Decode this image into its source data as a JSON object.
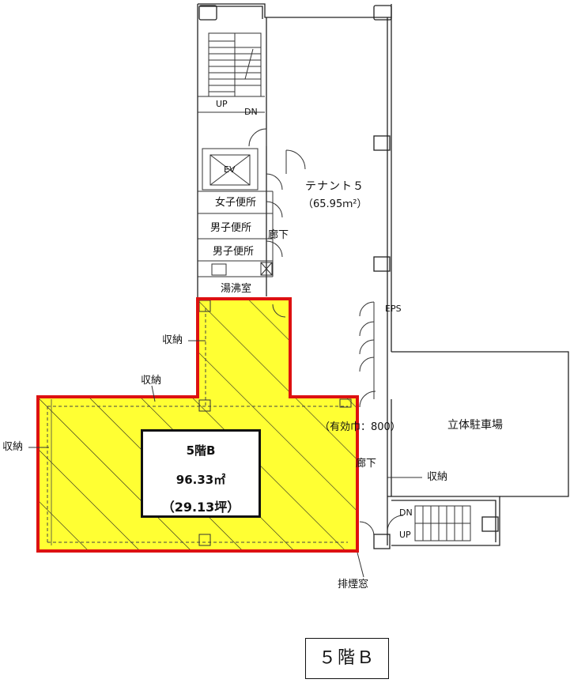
{
  "unit": {
    "name": "5階B",
    "area": "96.33㎡",
    "tsubo": "（29.13坪）",
    "highlight_color": "#ffff33",
    "outline_color": "#dd1111"
  },
  "tenant": {
    "name": "テナント５",
    "area": "（65.95ｍ²）"
  },
  "rooms": {
    "ev": "EV",
    "womens_wc": "女子便所",
    "mens_wc_1": "男子便所",
    "mens_wc_2": "男子便所",
    "kitchenette": "湯沸室",
    "corridor_upper": "廊下",
    "corridor_lower": "廊下",
    "parking": "立体駐車場",
    "eps": "EPS"
  },
  "labels": {
    "stair_up_top": "UP",
    "stair_dn_top": "DN",
    "stair_dn_bottom": "DN",
    "stair_up_bottom": "UP",
    "storage_1": "収納",
    "storage_2": "収納",
    "storage_3": "収納",
    "storage_4": "収納",
    "effective_width": "（有効巾：800）",
    "smoke_window": "排煙窓"
  },
  "floor_label": "５階Ｂ"
}
